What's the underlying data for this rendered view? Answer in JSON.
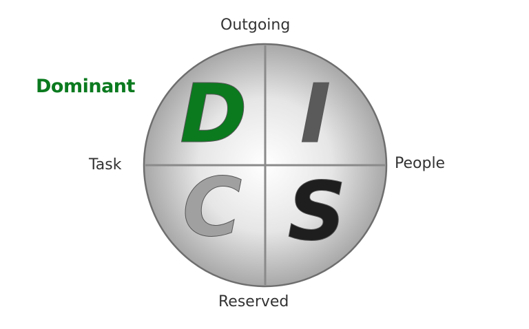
{
  "axes": {
    "top": "Outgoing",
    "bottom": "Reserved",
    "left": "Task",
    "right": "People"
  },
  "highlight_label": "Dominant",
  "quadrants": [
    {
      "letter": "D",
      "color": "#0b7a1f"
    },
    {
      "letter": "I",
      "color": "#5a5a5a"
    },
    {
      "letter": "C",
      "color": "#a0a0a0"
    },
    {
      "letter": "S",
      "color": "#1e1e1e"
    }
  ]
}
